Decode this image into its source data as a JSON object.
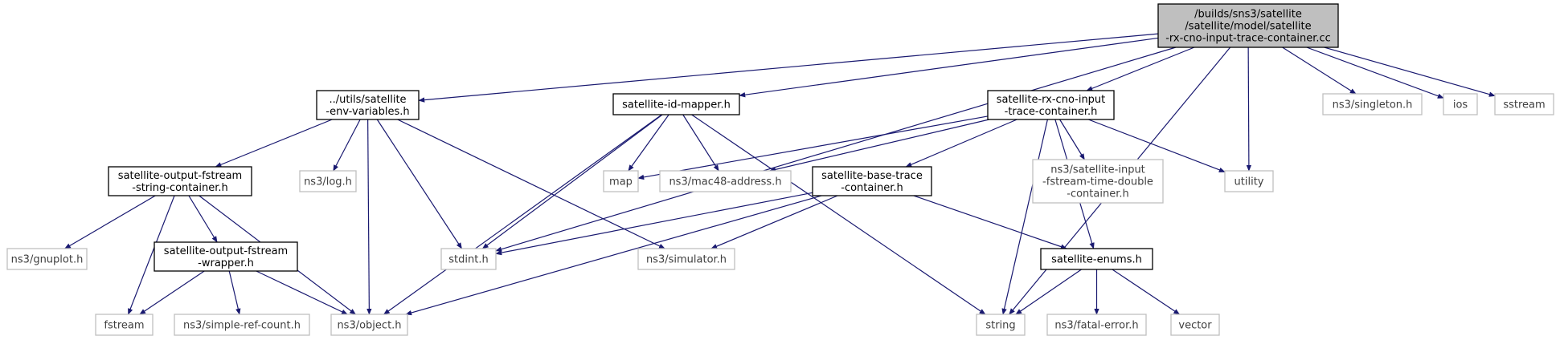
{
  "colors": {
    "edge": "#191970",
    "root_fill": "#bfbfbf",
    "documented_border": "#000000",
    "external_border": "#bfbfbf",
    "external_text": "#3f3f3f"
  },
  "nodes": {
    "root": {
      "lines": [
        "/builds/sns3/satellite",
        "/satellite/model/satellite",
        "-rx-cno-input-trace-container.cc"
      ],
      "kind": "root"
    },
    "env": {
      "lines": [
        "../utils/satellite",
        "-env-variables.h"
      ],
      "kind": "documented"
    },
    "idmap": {
      "lines": [
        "satellite-id-mapper.h"
      ],
      "kind": "documented"
    },
    "rxcno": {
      "lines": [
        "satellite-rx-cno-input",
        "-trace-container.h"
      ],
      "kind": "documented"
    },
    "singleton": {
      "lines": [
        "ns3/singleton.h"
      ],
      "kind": "external"
    },
    "ios": {
      "lines": [
        "ios"
      ],
      "kind": "external"
    },
    "sstream": {
      "lines": [
        "sstream"
      ],
      "kind": "external"
    },
    "outstr": {
      "lines": [
        "satellite-output-fstream",
        "-string-container.h"
      ],
      "kind": "documented"
    },
    "log": {
      "lines": [
        "ns3/log.h"
      ],
      "kind": "external"
    },
    "map": {
      "lines": [
        "map"
      ],
      "kind": "external"
    },
    "mac48": {
      "lines": [
        "ns3/mac48-address.h"
      ],
      "kind": "external"
    },
    "basetrace": {
      "lines": [
        "satellite-base-trace",
        "-container.h"
      ],
      "kind": "documented"
    },
    "inputfs": {
      "lines": [
        "ns3/satellite-input",
        "-fstream-time-double",
        "-container.h"
      ],
      "kind": "external"
    },
    "utility": {
      "lines": [
        "utility"
      ],
      "kind": "external"
    },
    "gnuplot": {
      "lines": [
        "ns3/gnuplot.h"
      ],
      "kind": "external"
    },
    "stdint": {
      "lines": [
        "stdint.h"
      ],
      "kind": "external"
    },
    "simulator": {
      "lines": [
        "ns3/simulator.h"
      ],
      "kind": "external"
    },
    "enums": {
      "lines": [
        "satellite-enums.h"
      ],
      "kind": "documented"
    },
    "outwrap": {
      "lines": [
        "satellite-output-fstream",
        "-wrapper.h"
      ],
      "kind": "documented"
    },
    "fstream": {
      "lines": [
        "fstream"
      ],
      "kind": "external"
    },
    "simpleref": {
      "lines": [
        "ns3/simple-ref-count.h"
      ],
      "kind": "external"
    },
    "object": {
      "lines": [
        "ns3/object.h"
      ],
      "kind": "external"
    },
    "string": {
      "lines": [
        "string"
      ],
      "kind": "external"
    },
    "fatal": {
      "lines": [
        "ns3/fatal-error.h"
      ],
      "kind": "external"
    },
    "vector": {
      "lines": [
        "vector"
      ],
      "kind": "external"
    }
  },
  "edges": [
    [
      "root",
      "env"
    ],
    [
      "root",
      "idmap"
    ],
    [
      "root",
      "rxcno"
    ],
    [
      "root",
      "singleton"
    ],
    [
      "root",
      "ios"
    ],
    [
      "root",
      "sstream"
    ],
    [
      "root",
      "stdint"
    ],
    [
      "root",
      "utility"
    ],
    [
      "root",
      "string"
    ],
    [
      "env",
      "outstr"
    ],
    [
      "env",
      "log"
    ],
    [
      "env",
      "stdint"
    ],
    [
      "env",
      "object"
    ],
    [
      "env",
      "simulator"
    ],
    [
      "idmap",
      "map"
    ],
    [
      "idmap",
      "mac48"
    ],
    [
      "idmap",
      "stdint"
    ],
    [
      "idmap",
      "object"
    ],
    [
      "idmap",
      "string"
    ],
    [
      "rxcno",
      "map"
    ],
    [
      "rxcno",
      "mac48"
    ],
    [
      "rxcno",
      "basetrace"
    ],
    [
      "rxcno",
      "inputfs"
    ],
    [
      "rxcno",
      "utility"
    ],
    [
      "rxcno",
      "string"
    ],
    [
      "rxcno",
      "enums"
    ],
    [
      "outstr",
      "gnuplot"
    ],
    [
      "outstr",
      "fstream"
    ],
    [
      "outstr",
      "outwrap"
    ],
    [
      "outstr",
      "object"
    ],
    [
      "basetrace",
      "stdint"
    ],
    [
      "basetrace",
      "simulator"
    ],
    [
      "basetrace",
      "object"
    ],
    [
      "basetrace",
      "enums"
    ],
    [
      "outwrap",
      "fstream"
    ],
    [
      "outwrap",
      "simpleref"
    ],
    [
      "outwrap",
      "object"
    ],
    [
      "enums",
      "string"
    ],
    [
      "enums",
      "fatal"
    ],
    [
      "enums",
      "vector"
    ]
  ]
}
